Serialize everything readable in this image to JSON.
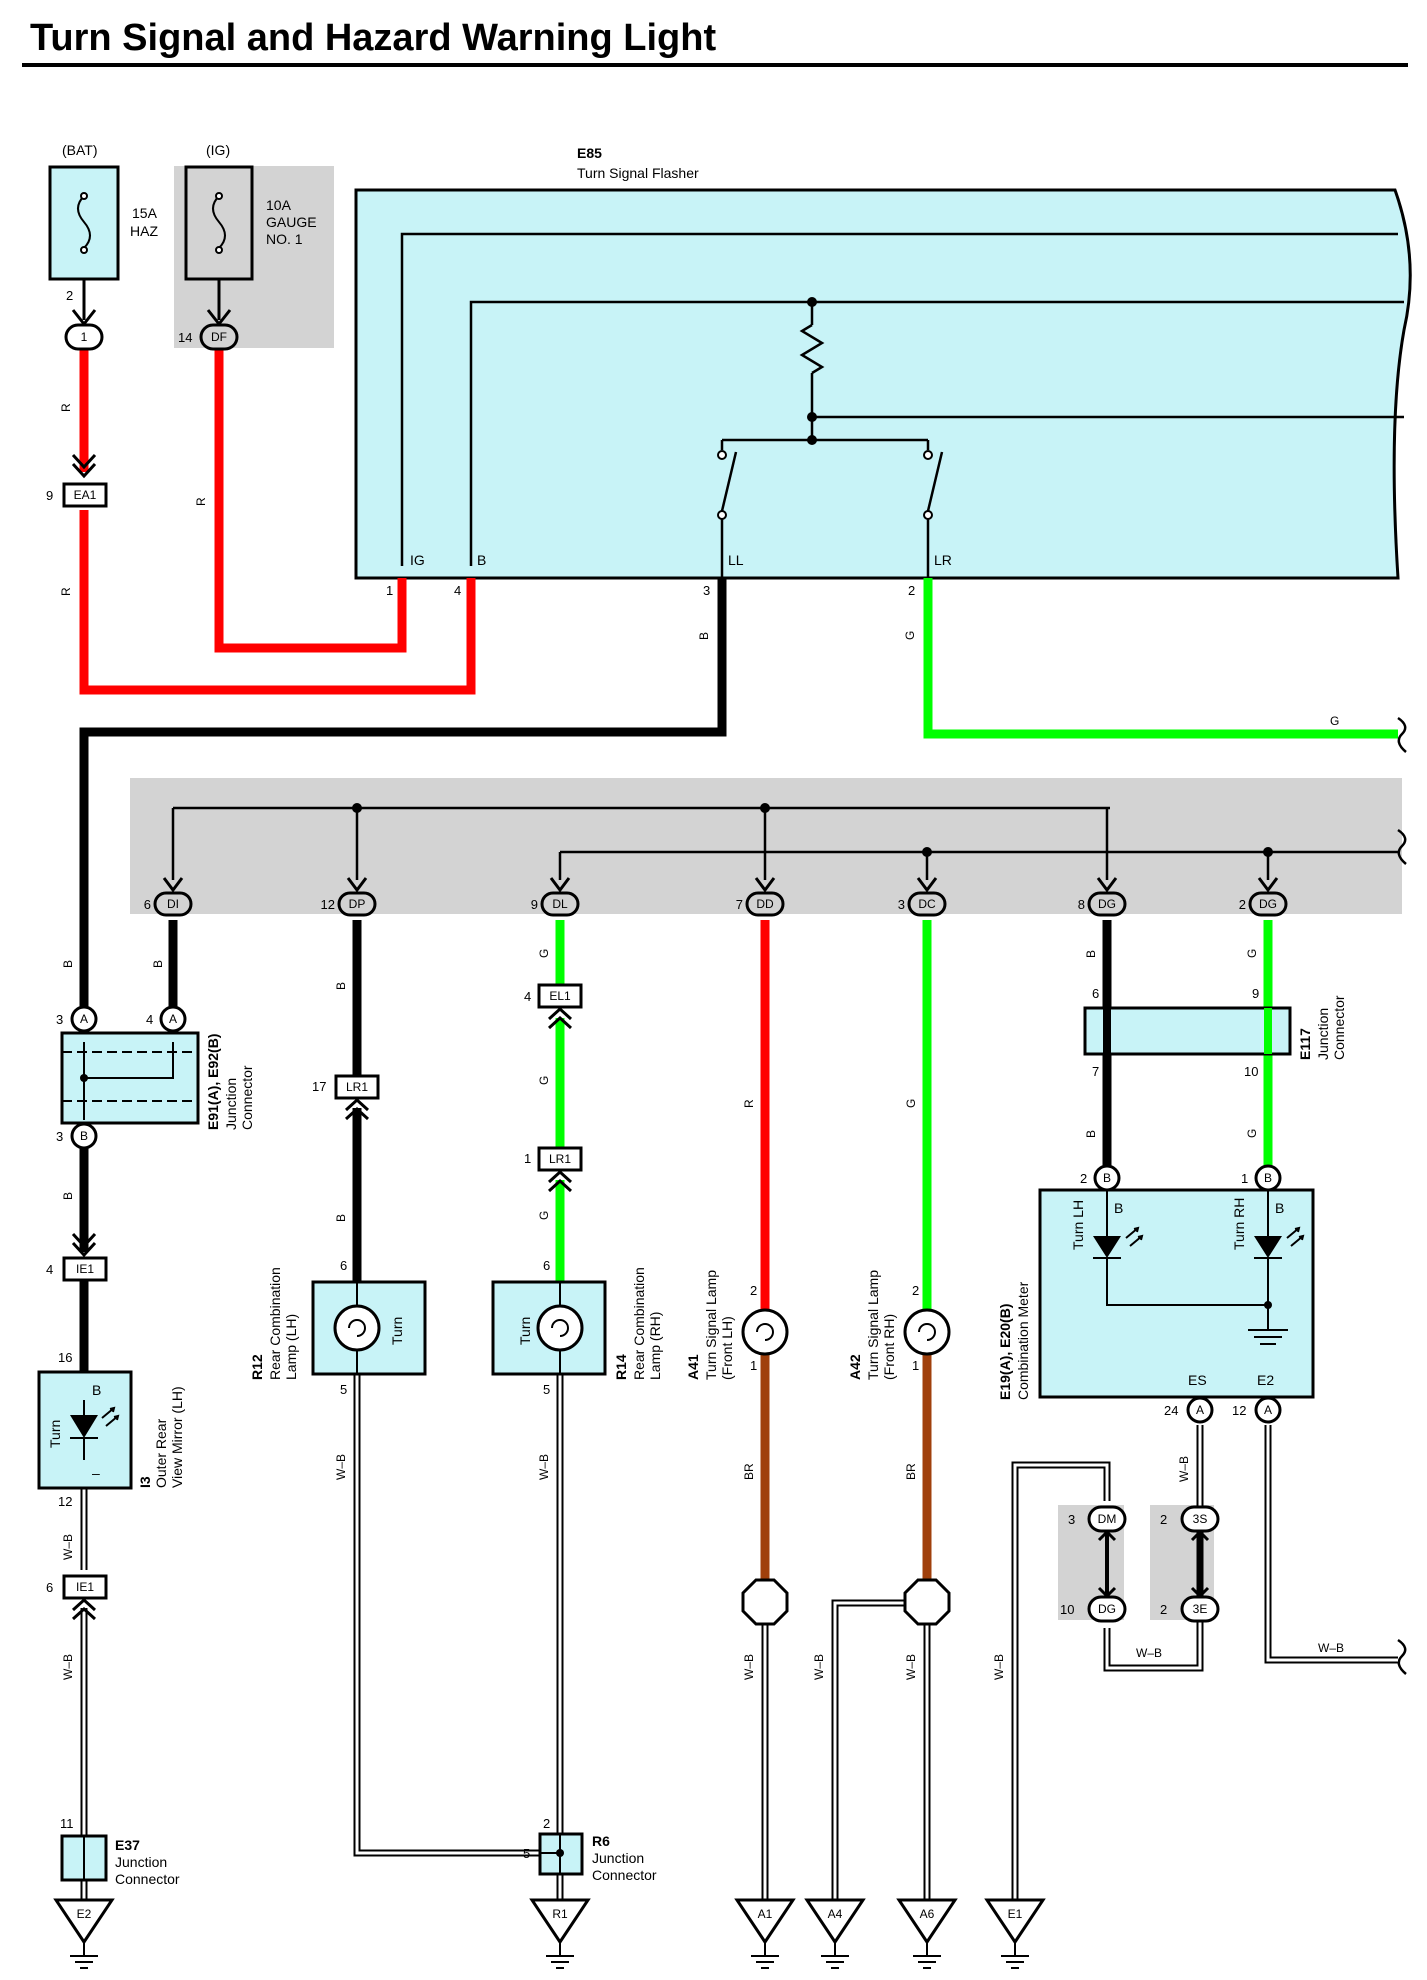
{
  "title": "Turn Signal and Hazard Warning Light",
  "wire_colors": {
    "R": "#ff0000",
    "B": "#000000",
    "G": "#00ff00",
    "BR": "#a0400c",
    "W-B": "#ffffff"
  },
  "fuses": {
    "haz": {
      "source": "(BAT)",
      "rating": "15A",
      "name": "HAZ",
      "pin": "2",
      "conn": "1"
    },
    "gauge": {
      "source": "(IG)",
      "rating": "10A",
      "name_1": "GAUGE",
      "name_2": "NO. 1",
      "pin": "14",
      "conn": "DF"
    }
  },
  "flasher": {
    "id": "E85",
    "name": "Turn Signal Flasher",
    "terminals": [
      {
        "label": "IG",
        "pin": "1"
      },
      {
        "label": "B",
        "pin": "4"
      },
      {
        "label": "LL",
        "pin": "3"
      },
      {
        "label": "LR",
        "pin": "2"
      }
    ]
  },
  "wire_labels": {
    "r": "R",
    "b": "B",
    "g": "G",
    "br": "BR",
    "wb": "W–B"
  },
  "connector_ea1": {
    "pin": "9",
    "name": "EA1"
  },
  "junction_bar": {
    "connectors": [
      {
        "pin": "6",
        "name": "DI"
      },
      {
        "pin": "12",
        "name": "DP"
      },
      {
        "pin": "9",
        "name": "DL"
      },
      {
        "pin": "7",
        "name": "DD"
      },
      {
        "pin": "3",
        "name": "DC"
      },
      {
        "pin": "8",
        "name": "DG"
      },
      {
        "pin": "2",
        "name": "DG"
      }
    ]
  },
  "e91": {
    "id": "E91(A), E92(B)",
    "name_1": "Junction",
    "name_2": "Connector",
    "pins": [
      {
        "pin": "3",
        "conn": "A"
      },
      {
        "pin": "4",
        "conn": "A"
      },
      {
        "pin": "3",
        "conn": "B"
      }
    ]
  },
  "ie1_top": {
    "pin": "4",
    "name": "IE1"
  },
  "ie1_bottom": {
    "pin": "6",
    "name": "IE1"
  },
  "mirror": {
    "id": "I3",
    "name_1": "Outer Rear",
    "name_2": "View Mirror (LH)",
    "pin_top": "16",
    "pin_bottom": "12",
    "turn": "Turn",
    "b": "B",
    "minus": "–"
  },
  "e37": {
    "id": "E37",
    "name_1": "Junction",
    "name_2": "Connector",
    "pin": "11"
  },
  "lr1_a": {
    "pin": "17",
    "name": "LR1"
  },
  "el1": {
    "pin": "4",
    "name": "EL1"
  },
  "lr1_b": {
    "pin": "1",
    "name": "LR1"
  },
  "r12": {
    "id": "R12",
    "name_1": "Rear Combination",
    "name_2": "Lamp (LH)",
    "pin_top": "6",
    "pin_bottom": "5",
    "turn": "Turn"
  },
  "r14": {
    "id": "R14",
    "name_1": "Rear Combination",
    "name_2": "Lamp (RH)",
    "pin_top": "6",
    "pin_bottom": "5",
    "turn": "Turn"
  },
  "r6": {
    "id": "R6",
    "name_1": "Junction",
    "name_2": "Connector",
    "pin_top": "2",
    "pin_left": "5"
  },
  "a41": {
    "id": "A41",
    "name_1": "Turn Signal Lamp",
    "name_2": "(Front LH)",
    "pin_top": "2",
    "pin_bottom": "1"
  },
  "a42": {
    "id": "A42",
    "name_1": "Turn Signal Lamp",
    "name_2": "(Front RH)",
    "pin_top": "2",
    "pin_bottom": "1"
  },
  "e117": {
    "id": "E117",
    "name_1": "Junction",
    "name_2": "Connector",
    "pins": [
      "6",
      "9",
      "7",
      "10"
    ]
  },
  "meter": {
    "id": "E19(A), E20(B)",
    "name": "Combination Meter",
    "turn_lh": "Turn LH",
    "turn_rh": "Turn RH",
    "b": "B",
    "pins_top": [
      {
        "pin": "2",
        "conn": "B"
      },
      {
        "pin": "1",
        "conn": "B"
      }
    ],
    "es": "ES",
    "e2": "E2",
    "pins_bottom": [
      {
        "pin": "24",
        "conn": "A"
      },
      {
        "pin": "12",
        "conn": "A"
      }
    ]
  },
  "inline_conns": [
    {
      "pin": "3",
      "name": "DM"
    },
    {
      "pin": "10",
      "name": "DG"
    },
    {
      "pin": "2",
      "name": "3S"
    },
    {
      "pin": "2",
      "name": "3E"
    }
  ],
  "grounds": [
    "E2",
    "R1",
    "A1",
    "A4",
    "A6",
    "E1"
  ]
}
